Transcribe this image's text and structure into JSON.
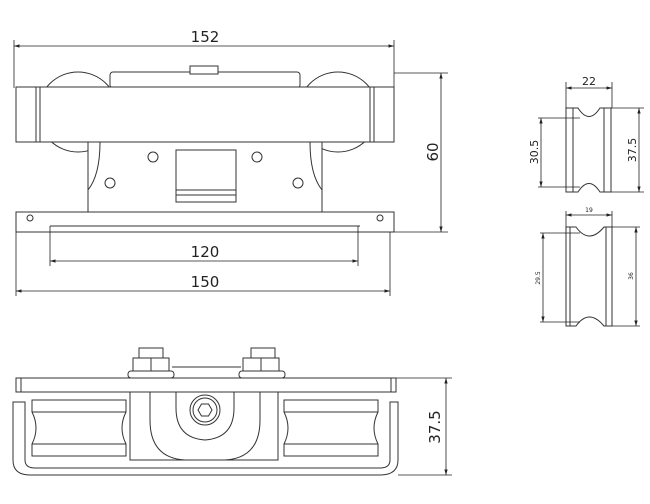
{
  "title": "Roller carriage technical drawing",
  "top_view": {
    "overall_width": "152",
    "height": "60",
    "hole_spacing": "120",
    "base_width": "150"
  },
  "front_view": {
    "height": "37.5"
  },
  "wheel_large": {
    "width": "22",
    "groove_diameter": "30.5",
    "outer_diameter": "37.5"
  },
  "wheel_small": {
    "width": "19",
    "groove_diameter": "29.5",
    "outer_diameter": "36"
  },
  "colors": {
    "line": "#333333",
    "background": "#ffffff"
  }
}
